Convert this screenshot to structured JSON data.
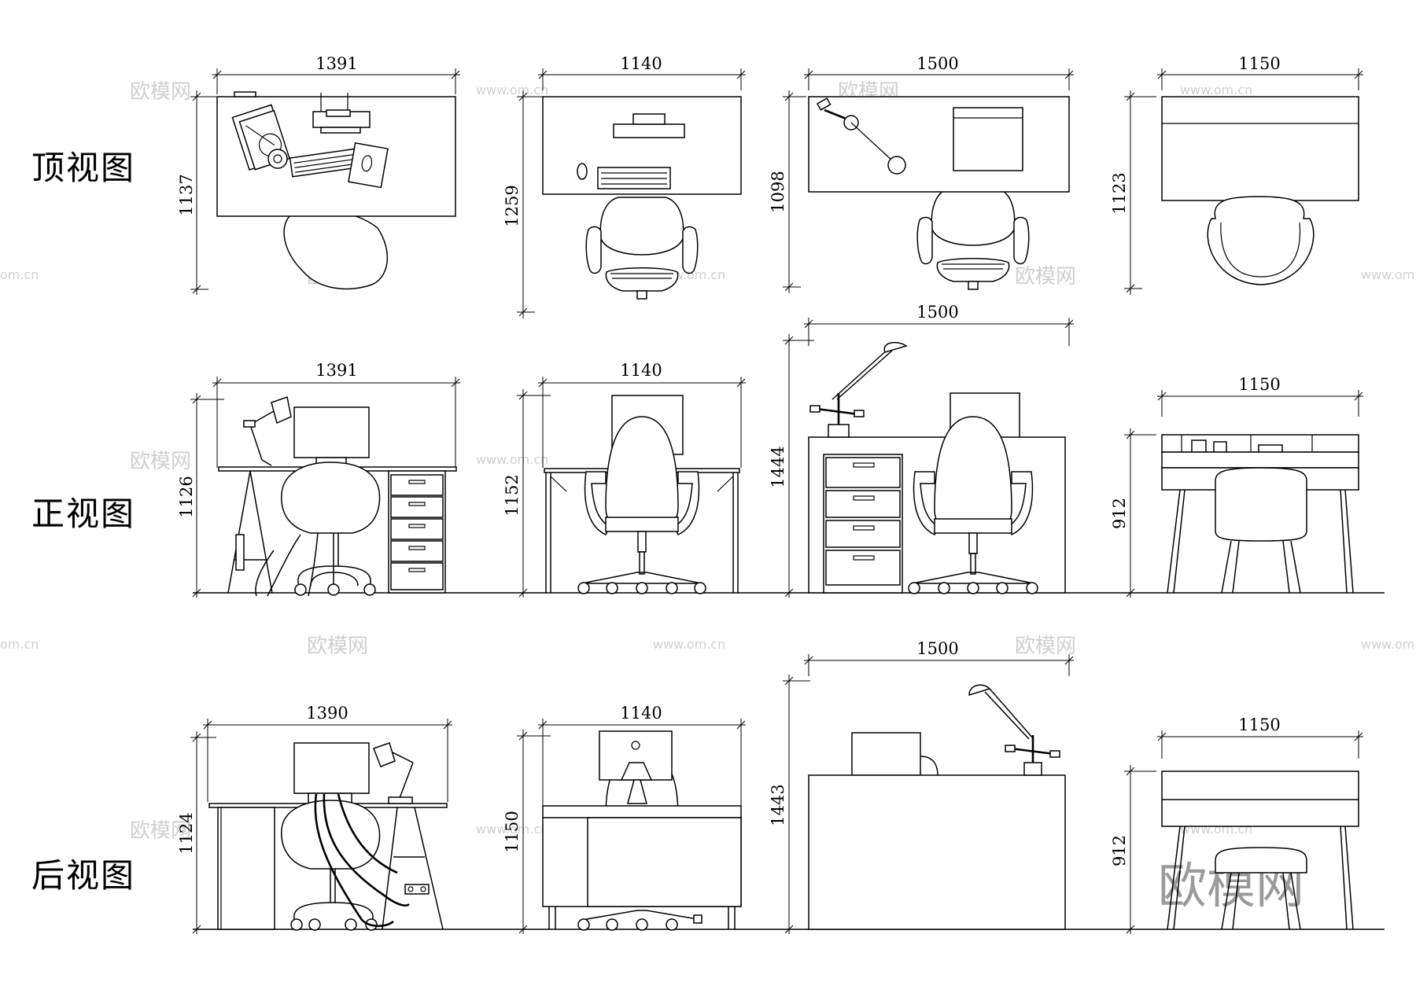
{
  "view_labels": {
    "top": "顶视图",
    "front": "正视图",
    "back": "后视图"
  },
  "dimensions": {
    "row1": {
      "d1_w": "1391",
      "d1_h": "1137",
      "d2_w": "1140",
      "d2_h": "1259",
      "d3_w": "1500",
      "d3_h": "1098",
      "d4_w": "1150",
      "d4_h": "1123"
    },
    "row2": {
      "d1_w": "1391",
      "d1_h": "1126",
      "d2_w": "1140",
      "d2_h": "1152",
      "d3_w": "1500",
      "d3_h": "1444",
      "d4_w": "1150",
      "d4_h": "912"
    },
    "row3": {
      "d1_w": "1390",
      "d1_h": "1124",
      "d2_w": "1140",
      "d2_h": "1150",
      "d3_w": "1500",
      "d3_h": "1443",
      "d4_w": "1150",
      "d4_h": "912"
    }
  },
  "watermark": {
    "brand": "欧模网",
    "url": "www.om.cn",
    "url_fragment": "om.cn"
  },
  "colors": {
    "line": "#000000",
    "background": "#ffffff",
    "watermark": "#cfcfcf"
  }
}
